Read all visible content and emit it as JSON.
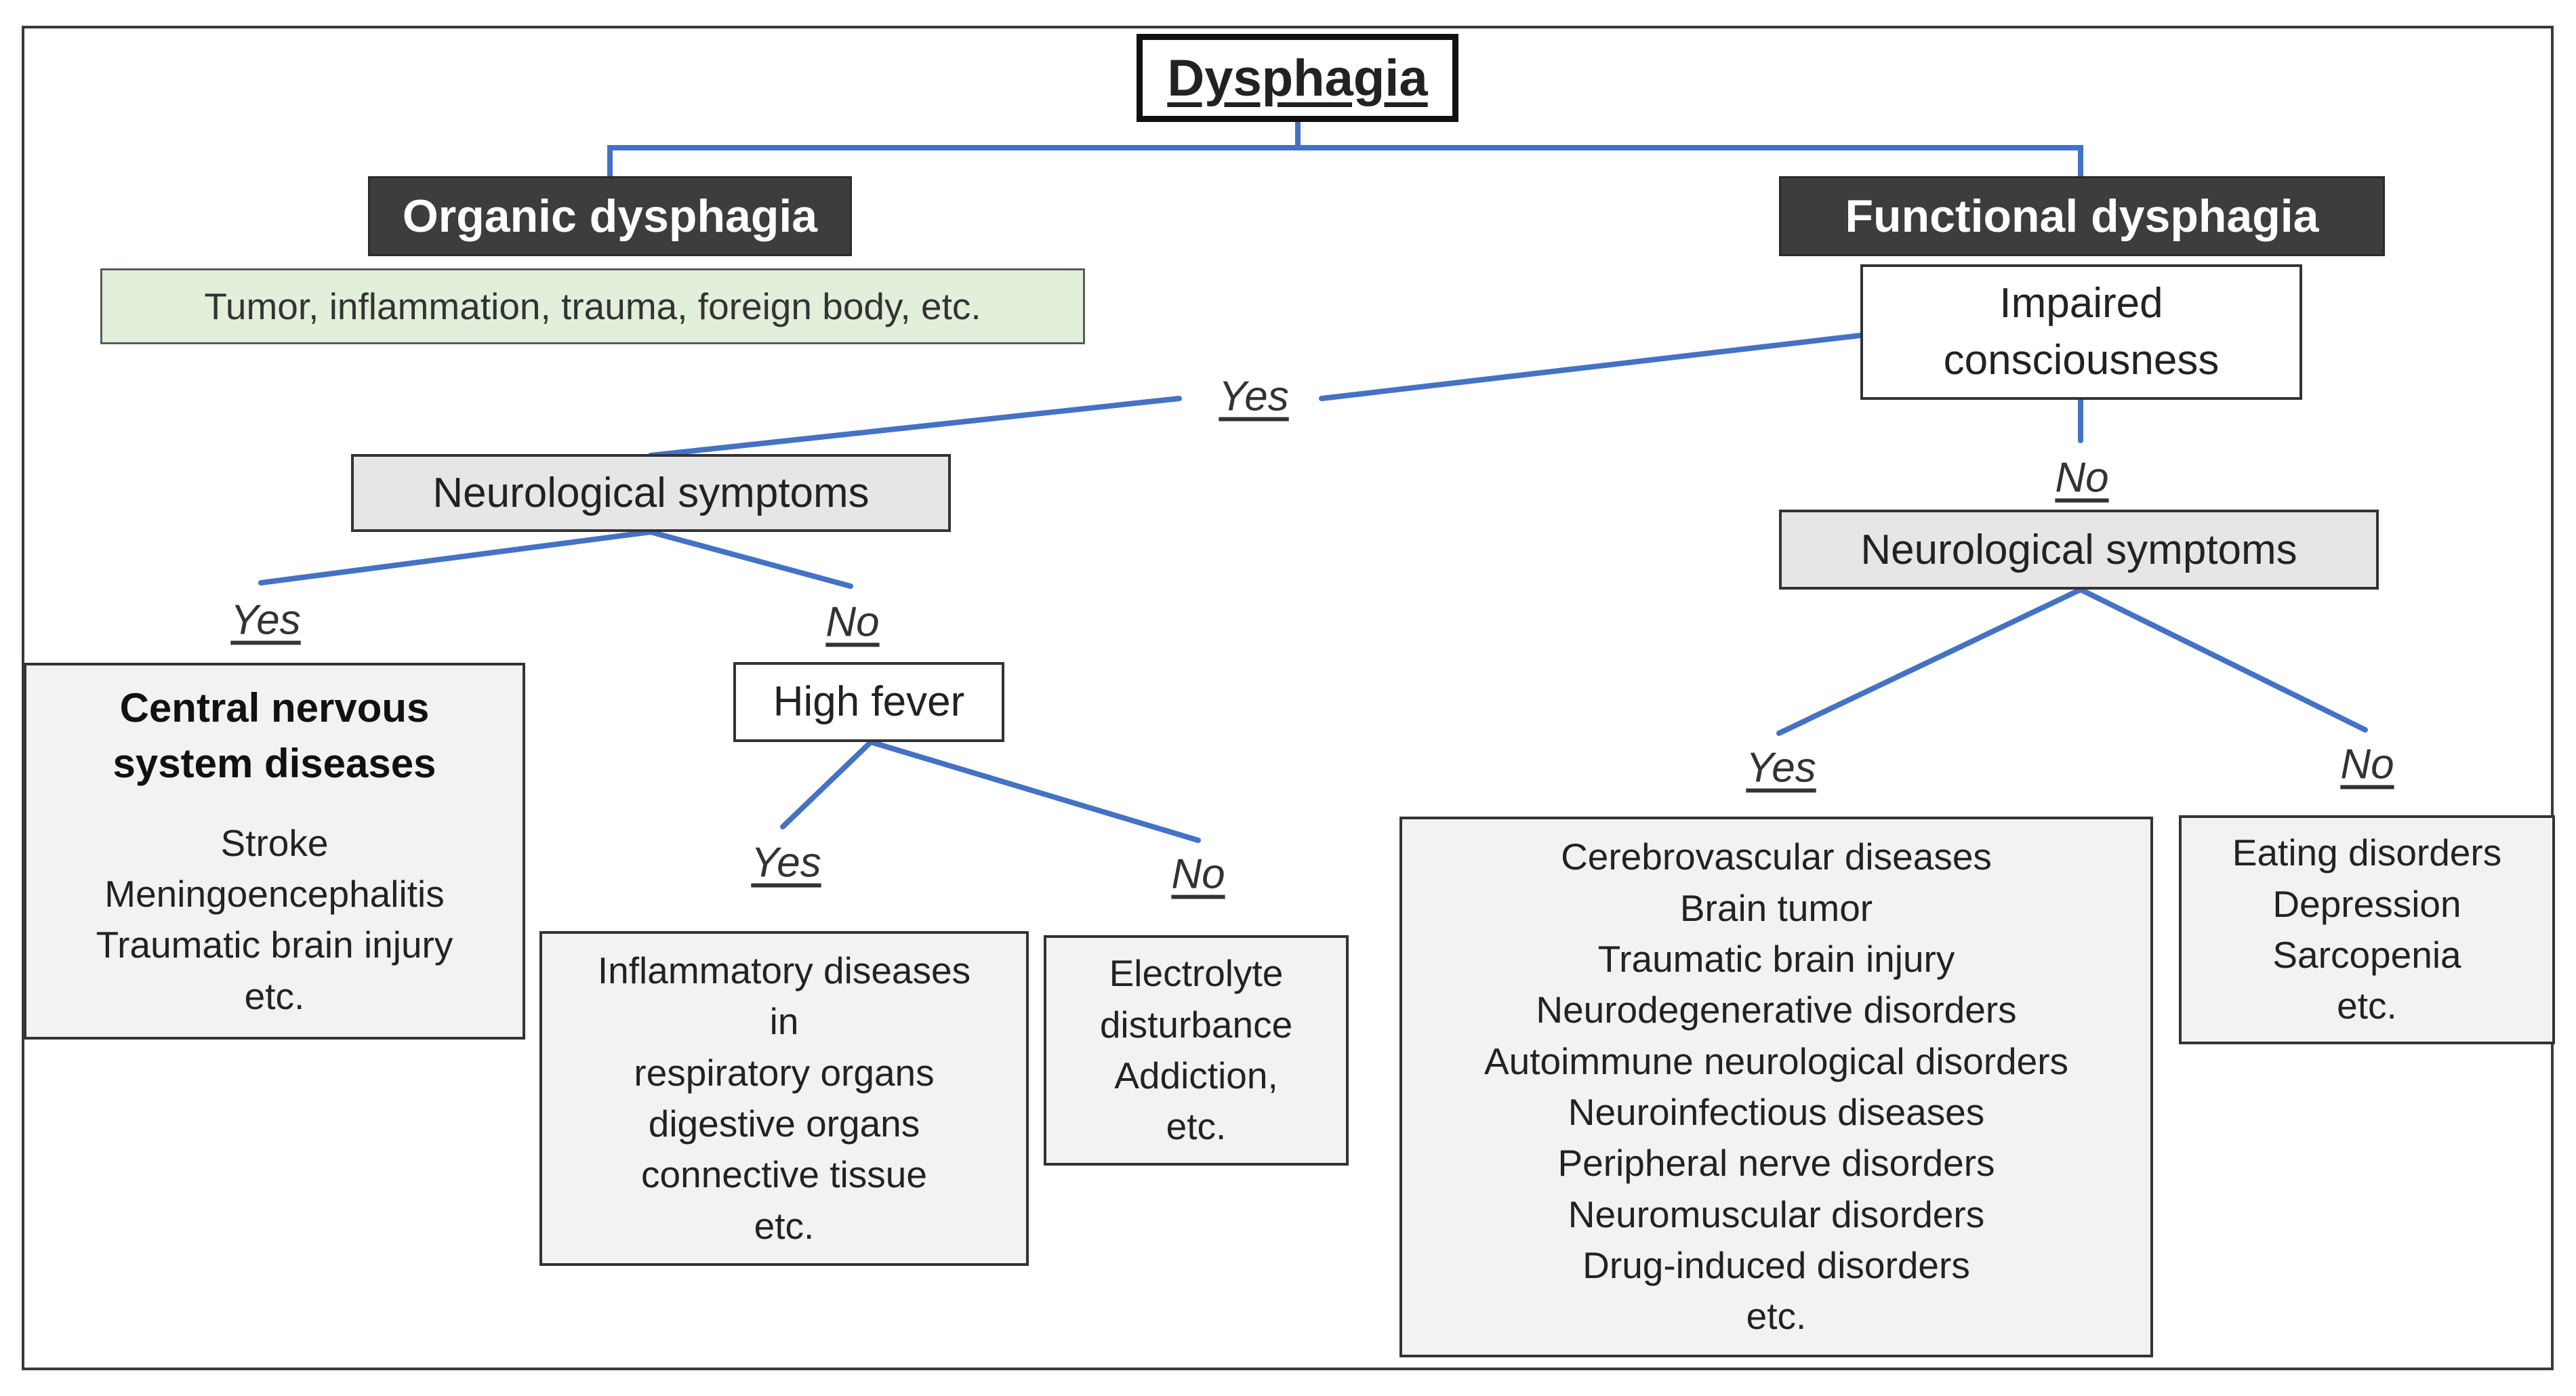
{
  "title": "Dysphagia",
  "organic": {
    "label": "Organic dysphagia",
    "causes": "Tumor, inflammation, trauma, foreign body, etc."
  },
  "functional": {
    "label": "Functional dysphagia",
    "consciousness": {
      "line1": "Impaired",
      "line2": "consciousness"
    }
  },
  "edge_labels": {
    "consciousness_yes": "Yes",
    "consciousness_no": "No",
    "left_neuro_yes": "Yes",
    "left_neuro_no": "No",
    "fever_yes": "Yes",
    "fever_no": "No",
    "right_neuro_yes": "Yes",
    "right_neuro_no": "No"
  },
  "left_neuro": "Neurological symptoms",
  "right_neuro": "Neurological symptoms",
  "high_fever": "High fever",
  "cns": {
    "heading_line1": "Central nervous",
    "heading_line2": "system diseases",
    "items": [
      "Stroke",
      "Meningoencephalitis",
      "Traumatic brain injury",
      "etc."
    ]
  },
  "inflammatory": {
    "items": [
      "Inflammatory diseases",
      "in",
      "respiratory organs",
      "digestive organs",
      "connective tissue",
      "etc."
    ]
  },
  "electrolyte": {
    "items": [
      "Electrolyte",
      "disturbance",
      "Addiction,",
      "etc."
    ]
  },
  "neuro_disorders": {
    "items": [
      "Cerebrovascular diseases",
      "Brain tumor",
      "Traumatic brain injury",
      "Neurodegenerative disorders",
      "Autoimmune neurological disorders",
      "Neuroinfectious diseases",
      "Peripheral nerve disorders",
      "Neuromuscular disorders",
      "Drug-induced disorders",
      "etc."
    ]
  },
  "psych": {
    "items": [
      "Eating disorders",
      "Depression",
      "Sarcopenia",
      "etc."
    ]
  },
  "colors": {
    "connector": "#4472c4",
    "dark_box": "#3d3d3d",
    "green_box": "#e2efda",
    "gray_box": "#e6e6e6"
  }
}
